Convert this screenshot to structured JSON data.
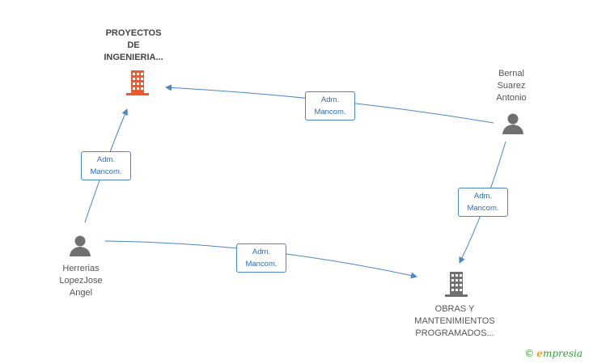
{
  "nodes": {
    "proyectos": {
      "label": "PROYECTOS\nDE\nINGENIERIA...",
      "type": "company",
      "color": "#f05a28"
    },
    "bernal": {
      "label": "Bernal\nSuarez\nAntonio",
      "type": "person",
      "color": "#707070"
    },
    "herrerias": {
      "label": "Herrerias\nLopezJose\nAngel",
      "type": "person",
      "color": "#707070"
    },
    "obras": {
      "label": "OBRAS Y\nMANTENIMIENTOS\nPROGRAMADOS...",
      "type": "company",
      "color": "#707070"
    }
  },
  "edges": [
    {
      "from": "bernal",
      "to": "proyectos",
      "label": "Adm.\nMancom."
    },
    {
      "from": "herrerias",
      "to": "proyectos",
      "label": "Adm.\nMancom."
    },
    {
      "from": "bernal",
      "to": "obras",
      "label": "Adm.\nMancom."
    },
    {
      "from": "herrerias",
      "to": "obras",
      "label": "Adm.\nMancom."
    }
  ],
  "footer": {
    "copyright_symbol": "©",
    "brand_initial": "e",
    "brand_rest": "mpresia"
  },
  "colors": {
    "edge": "#4a86c8",
    "company_main": "#f05a28",
    "company": "#707070",
    "person": "#707070"
  }
}
